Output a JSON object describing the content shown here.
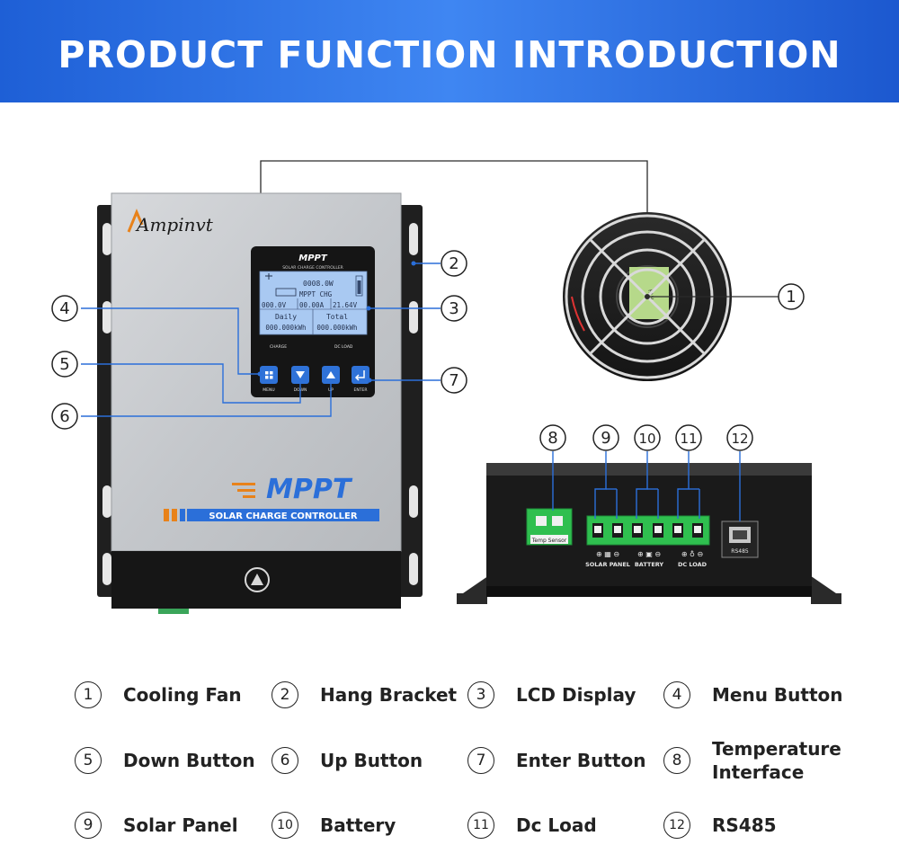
{
  "banner": {
    "title": "PRODUCT FUNCTION INTRODUCTION"
  },
  "device": {
    "brand": "Ampinvt",
    "lcd": {
      "header": "MPPT",
      "subheader": "SOLAR CHARGE CONTROLLER",
      "power": "0008.0W",
      "mode": "MPPT CHG",
      "voltage_in": "000.0V",
      "current": "00.00A",
      "voltage_out": "21.64V",
      "daily_label": "Daily",
      "total_label": "Total",
      "daily_value": "000.000kWh",
      "total_value": "000.000kWh"
    },
    "indicators": {
      "charge": "CHARGE",
      "dc_load": "DC LOAD"
    },
    "keys": {
      "menu": "MENU",
      "down": "DOWN",
      "up": "UP",
      "enter": "ENTER"
    },
    "label_big": "MPPT",
    "label_strip": "SOLAR CHARGE CONTROLLER"
  },
  "bottom_panel": {
    "temp_sensor": "Temp Sensor",
    "solar_panel": "SOLAR PANEL",
    "battery": "BATTERY",
    "dc_load": "DC LOAD",
    "rs485": "RS485"
  },
  "callouts": [
    "1",
    "2",
    "3",
    "4",
    "5",
    "6",
    "7",
    "8",
    "9",
    "10",
    "11",
    "12"
  ],
  "legend": [
    {
      "num": "1",
      "text": "Cooling Fan"
    },
    {
      "num": "2",
      "text": "Hang Bracket"
    },
    {
      "num": "3",
      "text": "LCD Display"
    },
    {
      "num": "4",
      "text": "Menu Button"
    },
    {
      "num": "5",
      "text": "Down Button"
    },
    {
      "num": "6",
      "text": "Up Button"
    },
    {
      "num": "7",
      "text": "Enter Button"
    },
    {
      "num": "8",
      "text": "Temperature Interface"
    },
    {
      "num": "9",
      "text": "Solar Panel"
    },
    {
      "num": "10",
      "text": "Battery"
    },
    {
      "num": "11",
      "text": "Dc Load"
    },
    {
      "num": "12",
      "text": "RS485"
    }
  ],
  "colors": {
    "banner": "#2b6fe6",
    "lcd": "#a9c9f2",
    "accent_blue": "#2b6fd9",
    "terminal_green": "#2fbf4f"
  }
}
